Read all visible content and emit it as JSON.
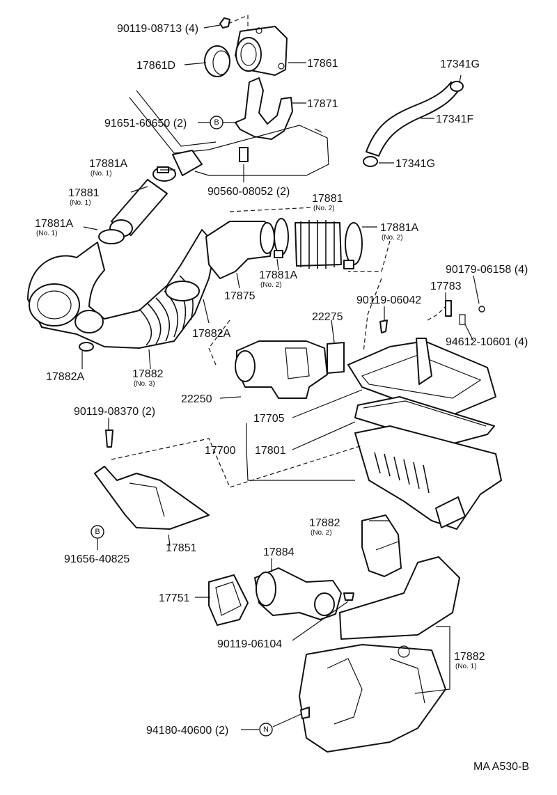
{
  "diagram_code": "MA A530-B",
  "callouts": [
    {
      "id": "c1",
      "text": "90119-08713 (4)"
    },
    {
      "id": "c2",
      "text": "17861D"
    },
    {
      "id": "c3",
      "text": "17861"
    },
    {
      "id": "c4",
      "text": "91651-60650 (2)"
    },
    {
      "id": "c5",
      "text": "17871"
    },
    {
      "id": "c6",
      "text": "17341G"
    },
    {
      "id": "c7",
      "text": "17341F"
    },
    {
      "id": "c8",
      "text": "17341G"
    },
    {
      "id": "c9",
      "text": "17881A",
      "sub": "(No. 1)"
    },
    {
      "id": "c10",
      "text": "17881",
      "sub": "(No. 1)"
    },
    {
      "id": "c11",
      "text": "90560-08052 (2)"
    },
    {
      "id": "c12",
      "text": "17881",
      "sub": "(No. 2)"
    },
    {
      "id": "c13",
      "text": "17881A",
      "sub": "(No. 1)"
    },
    {
      "id": "c14",
      "text": "17881A",
      "sub": "(No. 2)"
    },
    {
      "id": "c15",
      "text": "17881A",
      "sub": "(No. 2)"
    },
    {
      "id": "c16",
      "text": "17875"
    },
    {
      "id": "c17",
      "text": "90179-06158 (4)"
    },
    {
      "id": "c18",
      "text": "17783"
    },
    {
      "id": "c19",
      "text": "90119-06042"
    },
    {
      "id": "c20",
      "text": "22275"
    },
    {
      "id": "c21",
      "text": "17882A"
    },
    {
      "id": "c22",
      "text": "94612-10601 (4)"
    },
    {
      "id": "c23",
      "text": "17882A"
    },
    {
      "id": "c24",
      "text": "17882",
      "sub": "(No. 3)"
    },
    {
      "id": "c25",
      "text": "22250"
    },
    {
      "id": "c26",
      "text": "17705"
    },
    {
      "id": "c27",
      "text": "90119-08370 (2)"
    },
    {
      "id": "c28",
      "text": "17700"
    },
    {
      "id": "c29",
      "text": "17801"
    },
    {
      "id": "c30",
      "text": "17851"
    },
    {
      "id": "c31",
      "text": "91656-40825"
    },
    {
      "id": "c32",
      "text": "17882",
      "sub": "(No. 2)"
    },
    {
      "id": "c33",
      "text": "17884"
    },
    {
      "id": "c34",
      "text": "17751"
    },
    {
      "id": "c35",
      "text": "90119-06104"
    },
    {
      "id": "c36",
      "text": "17882",
      "sub": "(No. 1)"
    },
    {
      "id": "c37",
      "text": "94180-40600 (2)"
    }
  ],
  "markers": {
    "b": "B",
    "n": "N"
  }
}
